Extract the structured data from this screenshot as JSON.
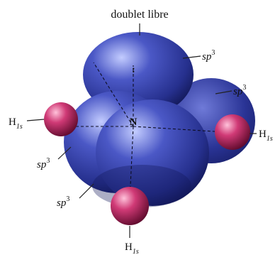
{
  "colors": {
    "lobe": "#3a46b0",
    "lobe_dark": "#1b216e",
    "lobe_light": "#b7c1ff",
    "hydrogen": "#c8306b",
    "hydrogen_dark": "#6b0d33",
    "hydrogen_light": "#ffb0cf",
    "lines": "#222222"
  },
  "labels": {
    "lone_pair": "doublet libre",
    "nitrogen": "N",
    "h_left": {
      "main": "H",
      "sub": "1s"
    },
    "h_right": {
      "main": "H",
      "sub": "1s"
    },
    "h_bottom": {
      "main": "H",
      "sub": "1s"
    },
    "sp3_upper_right": {
      "main": "sp",
      "sup": "3"
    },
    "sp3_right": {
      "main": "sp",
      "sup": "3"
    },
    "sp3_left": {
      "main": "sp",
      "sup": "3"
    },
    "sp3_lower_left": {
      "main": "sp",
      "sup": "3"
    },
    "lone_pair_dots": ":"
  }
}
